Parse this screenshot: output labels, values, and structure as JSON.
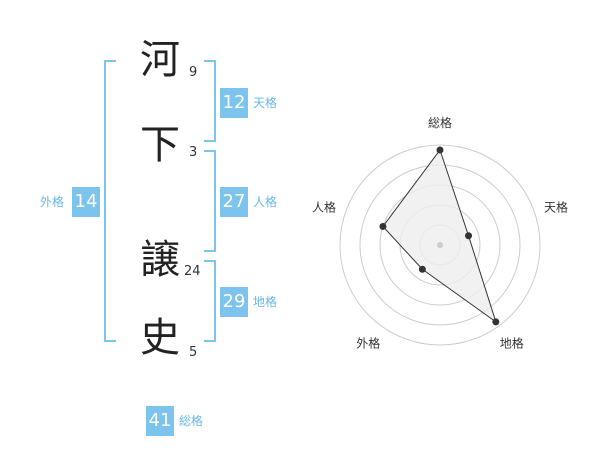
{
  "name": {
    "chars": [
      {
        "char": "河",
        "strokes": "9"
      },
      {
        "char": "下",
        "strokes": "3"
      },
      {
        "char": "譲",
        "strokes": "24"
      },
      {
        "char": "史",
        "strokes": "5"
      }
    ]
  },
  "scores": {
    "tenkaku": {
      "label": "天格",
      "value": "12"
    },
    "jinkaku": {
      "label": "人格",
      "value": "27"
    },
    "chikaku": {
      "label": "地格",
      "value": "29"
    },
    "gaikaku": {
      "label": "外格",
      "value": "14"
    },
    "soukaku": {
      "label": "総格",
      "value": "41"
    }
  },
  "chart_data": {
    "type": "radar",
    "axes": [
      "総格",
      "天格",
      "地格",
      "外格",
      "人格"
    ],
    "values": [
      0.95,
      0.3,
      0.95,
      0.3,
      0.6
    ],
    "max": 1,
    "rings": 5,
    "colors": {
      "fill": "#eeeeee",
      "line": "#333333",
      "point": "#333333",
      "grid": "#cccccc",
      "center": "#cccccc"
    }
  },
  "colors": {
    "accent": "#7cc4ee"
  }
}
